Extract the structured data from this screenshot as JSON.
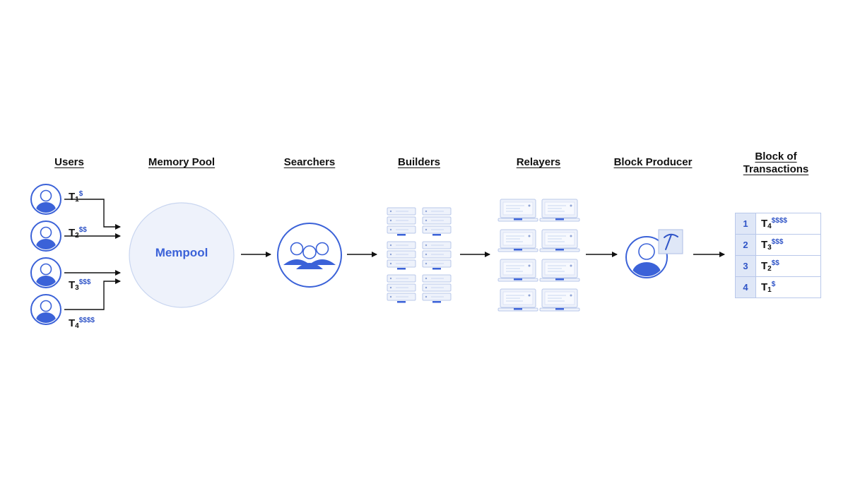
{
  "headers": {
    "users": "Users",
    "memory_pool": "Memory Pool",
    "searchers": "Searchers",
    "builders": "Builders",
    "relayers": "Relayers",
    "block_producer": "Block Producer",
    "block_line1": "Block of",
    "block_line2": "Transactions"
  },
  "mempool_label": "Mempool",
  "transactions": [
    {
      "base": "T",
      "sub": "1",
      "fee": "$"
    },
    {
      "base": "T",
      "sub": "2",
      "fee": "$$"
    },
    {
      "base": "T",
      "sub": "3",
      "fee": "$$$"
    },
    {
      "base": "T",
      "sub": "4",
      "fee": "$$$$"
    }
  ],
  "block_rows": [
    {
      "num": "1",
      "base": "T",
      "sub": "4",
      "fee": "$$$$"
    },
    {
      "num": "2",
      "base": "T",
      "sub": "3",
      "fee": "$$$"
    },
    {
      "num": "3",
      "base": "T",
      "sub": "2",
      "fee": "$$"
    },
    {
      "num": "4",
      "base": "T",
      "sub": "1",
      "fee": "$"
    }
  ],
  "icons": [
    "user-icon",
    "group-icon",
    "server-icon",
    "laptop-icon",
    "pickaxe-icon"
  ],
  "colors": {
    "accent": "#3b62d8",
    "accent_dark": "#2f54c7",
    "light_fill": "#dfe7f7",
    "mempool_fill": "#eef2fb",
    "mempool_stroke": "#c9d6f0",
    "arrow": "#111111"
  }
}
